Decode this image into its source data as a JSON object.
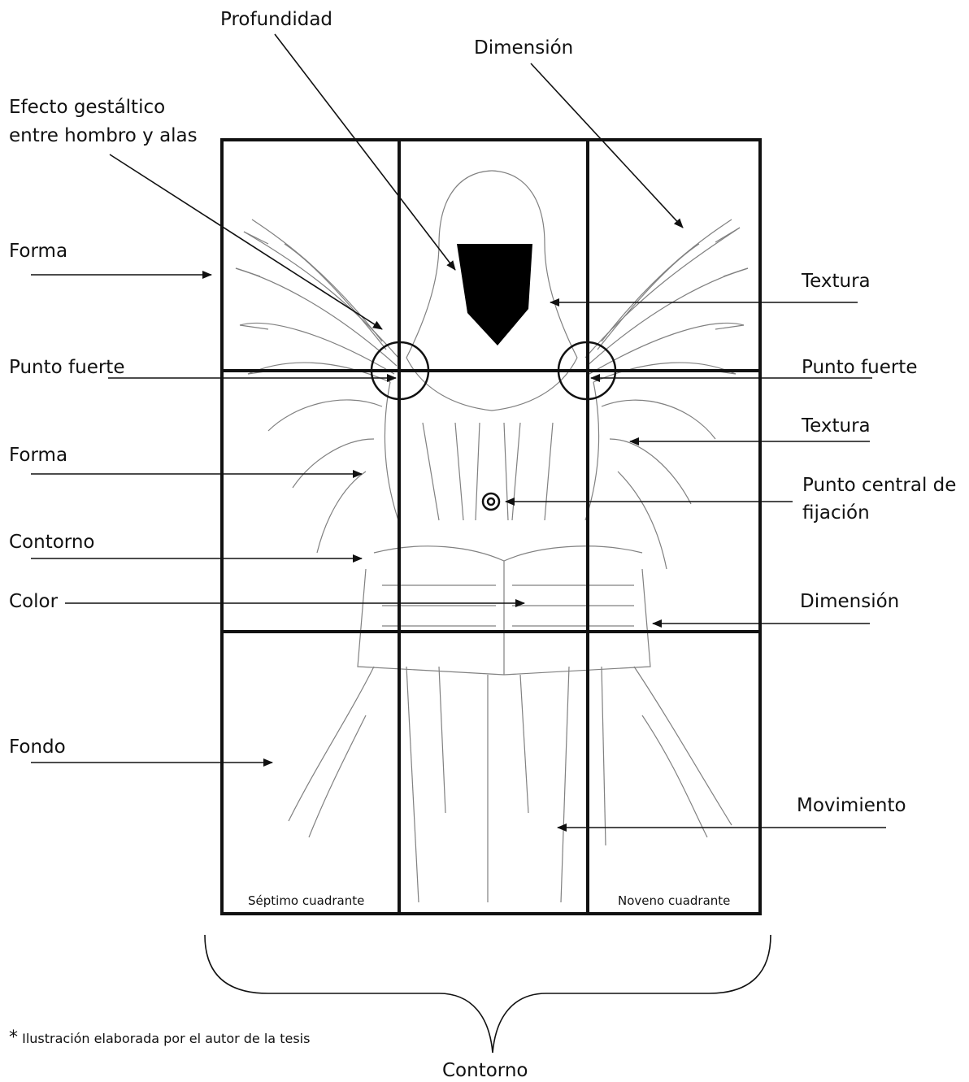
{
  "labels": {
    "profundidad": "Profundidad",
    "dimension_top": "Dimensión",
    "efecto_line1": "Efecto gestáltico",
    "efecto_line2": "entre hombro y alas",
    "forma_top": "Forma",
    "textura_top": "Textura",
    "punto_fuerte_left": "Punto fuerte",
    "punto_fuerte_right": "Punto fuerte",
    "textura_mid": "Textura",
    "forma_mid": "Forma",
    "punto_central_line1": "Punto central de",
    "punto_central_line2": "fijación",
    "contorno_left": "Contorno",
    "color": "Color",
    "dimension_right": "Dimensión",
    "fondo": "Fondo",
    "movimiento": "Movimiento",
    "contorno_bottom": "Contorno"
  },
  "grid": {
    "cell_7": "Séptimo cuadrante",
    "cell_9": "Noveno cuadrante"
  },
  "footnote": {
    "mark": "*",
    "text": "Ilustración elaborada por el autor de la tesis"
  },
  "colors": {
    "ink": "#111111",
    "sketch": "#6b6b6b",
    "background": "#ffffff"
  }
}
